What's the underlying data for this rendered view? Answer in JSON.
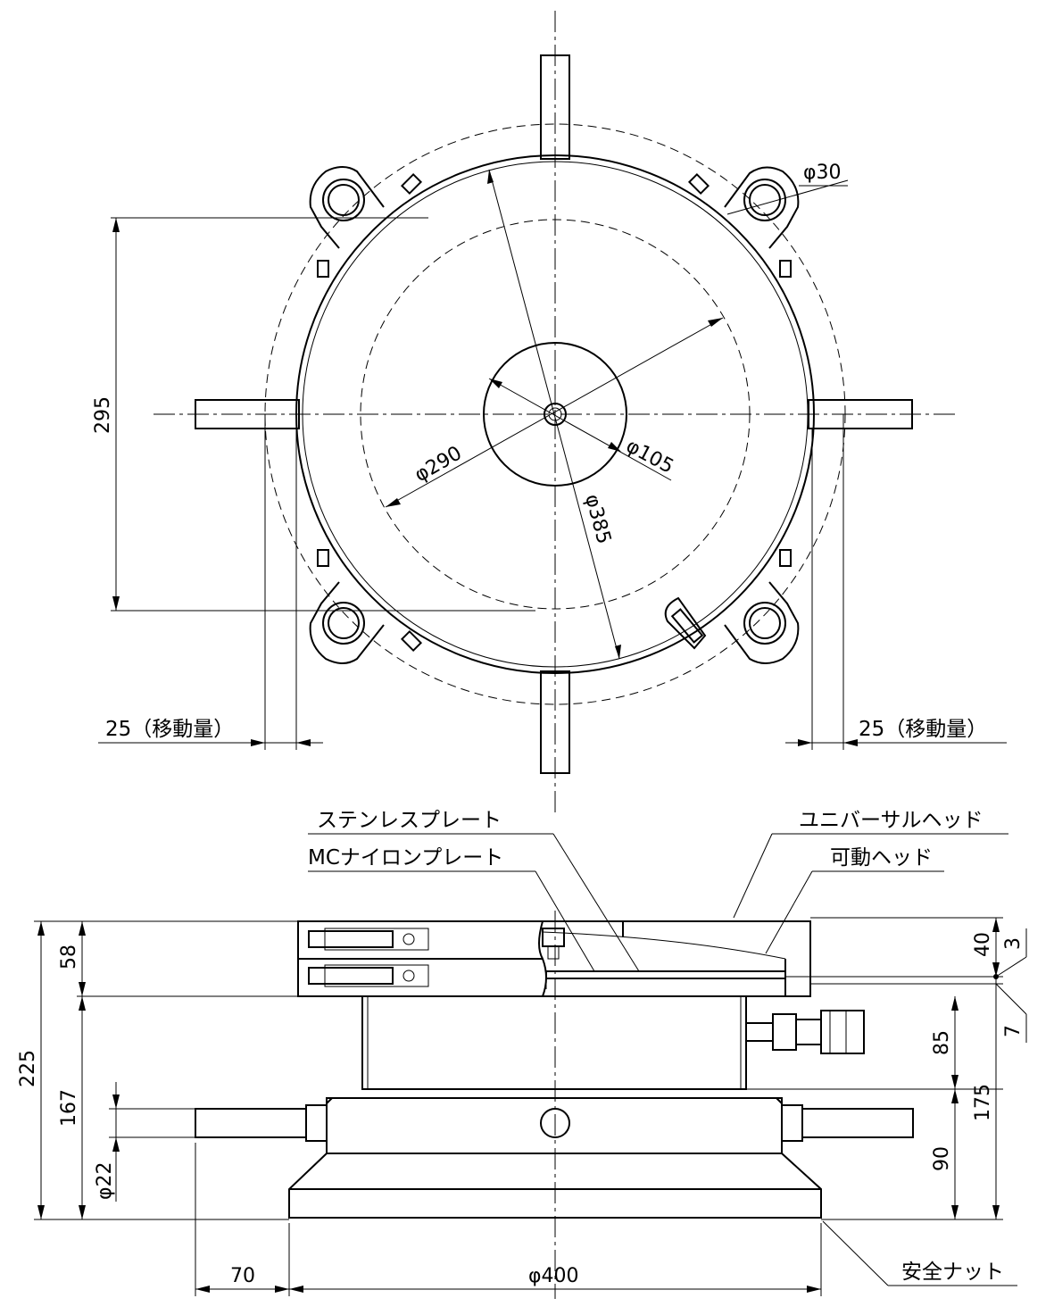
{
  "top_view": {
    "dimensions": {
      "d30": "φ30",
      "d105": "φ105",
      "d290": "φ290",
      "d385": "φ385",
      "h295": "295",
      "move_left": "25（移動量）",
      "move_right": "25（移動量）"
    }
  },
  "side_view": {
    "labels": {
      "stainless_plate": "ステンレスプレート",
      "mc_nylon_plate": "MCナイロンプレート",
      "universal_head": "ユニバーサルヘッド",
      "movable_head": "可動ヘッド",
      "safety_nut": "安全ナット"
    },
    "dimensions": {
      "total_height": "225",
      "upper_height": "58",
      "lower_height": "167",
      "handle_dia": "φ22",
      "h40": "40",
      "h3": "3",
      "h7": "7",
      "h85": "85",
      "h175": "175",
      "h90": "90",
      "w70": "70",
      "d400": "φ400"
    }
  }
}
